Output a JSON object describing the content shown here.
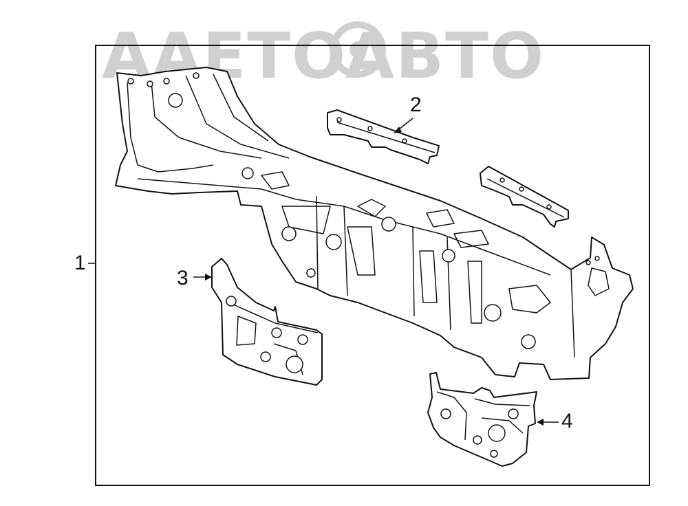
{
  "watermark": {
    "text": "AAETOABTO",
    "color": "#c8c8c8"
  },
  "callouts": {
    "c1": "1",
    "c2": "2",
    "c3": "3",
    "c4": "4"
  },
  "colors": {
    "line": "#111111",
    "background": "#ffffff"
  }
}
